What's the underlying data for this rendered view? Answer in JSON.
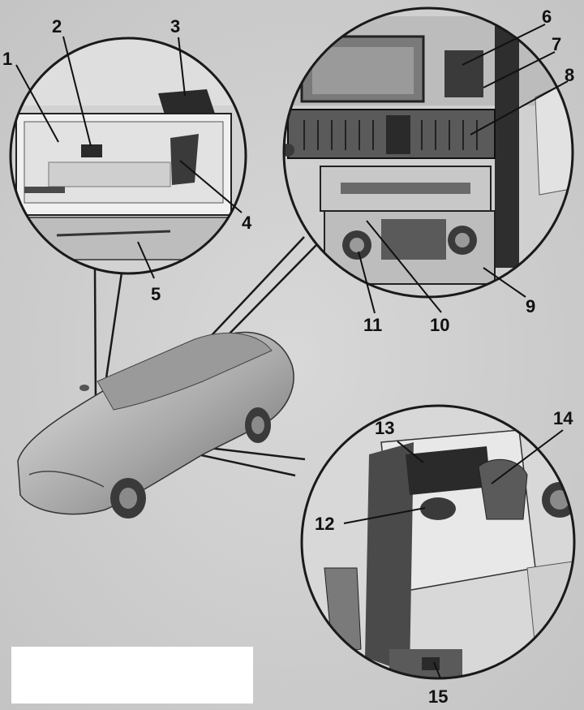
{
  "callouts": [
    "1",
    "2",
    "3",
    "4",
    "5",
    "6",
    "7",
    "8",
    "9",
    "10",
    "11",
    "12",
    "13",
    "14",
    "15"
  ],
  "colors": {
    "background": "#cfcfcf",
    "line": "#1a1a1a",
    "shade_dark": "#3a3a3a",
    "shade_mid": "#8a8a8a",
    "shade_light": "#e6e6e6"
  }
}
